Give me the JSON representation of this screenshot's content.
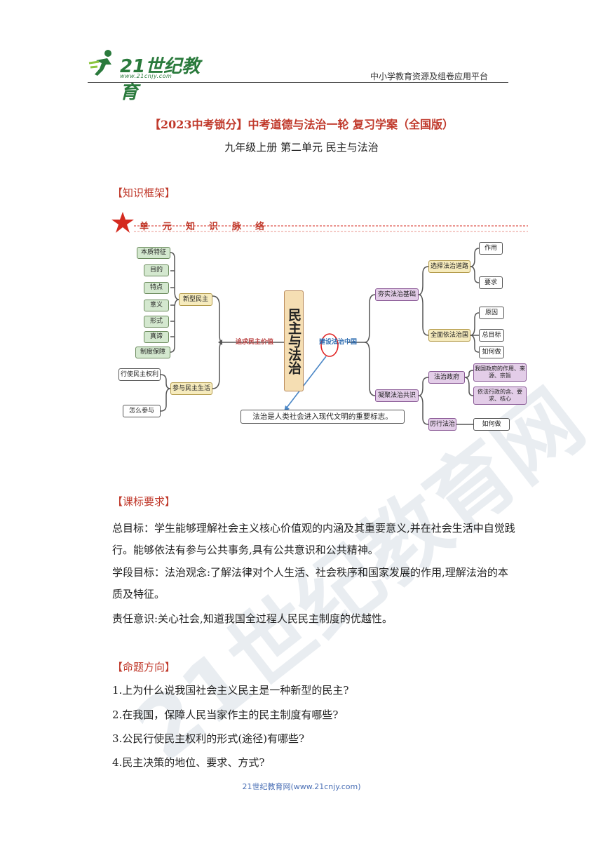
{
  "header": {
    "logo_text": "21世纪教育",
    "logo_url": "www.21cnjy.com",
    "tagline": "中小学教育资源及组卷应用平台"
  },
  "title": "【2023中考锁分】中考道德与法治一轮 复习学案（全国版）",
  "subtitle": "九年级上册 第二单元 民主与法治",
  "sections": {
    "framework": "【知识框架】",
    "curriculum": "【课标要求】",
    "direction": "【命题方向】"
  },
  "mindmap": {
    "banner": "单元知识脉络",
    "center": "民主与法治",
    "left_branch": "追求民主价值",
    "right_branch": "建设法治中国",
    "left_groups": [
      {
        "label": "新型民主",
        "items": [
          "本质特征",
          "目的",
          "特点",
          "意义",
          "形式",
          "真谛",
          "制度保障"
        ]
      },
      {
        "label": "参与民主生活",
        "items": [
          "行使民主权利",
          "怎么参与"
        ]
      }
    ],
    "right_groups": [
      {
        "label": "夯实法治基础",
        "children": [
          {
            "label": "选择法治道路",
            "items": [
              "作用",
              "要求"
            ]
          },
          {
            "label": "全面依法治国",
            "items": [
              "原因",
              "总目标",
              "如何做"
            ]
          }
        ]
      },
      {
        "label": "凝聚法治共识",
        "children": [
          {
            "label": "法治政府",
            "items": [
              "我国政府的作用、来源、宗旨",
              "依法行政的含、要求、核心"
            ]
          },
          {
            "label": "厉行法治",
            "items": [
              "如何做"
            ]
          }
        ]
      }
    ],
    "note": "法治是人类社会进入现代文明的重要标志。"
  },
  "curriculum": {
    "p1": "总目标：学生能够理解社会主义核心价值观的内涵及其重要意义,并在社会生活中自觉践行。能够依法有参与公共事务,具有公共意识和公共精神。",
    "p2": "学段目标：法治观念:了解法律对个人生活、社会秩序和国家发展的作用,理解法治的本质及特征。",
    "p3": "责任意识:关心社会,知道我国全过程人民民主制度的优越性。"
  },
  "questions": [
    "1.上为什么说我国社会主义民主是一种新型的民主?",
    "2.在我国，保障人民当家作主的民主制度有哪些?",
    "3.公民行使民主权利的形式(途径)有哪些?",
    "4.民主决策的地位、要求、方式?"
  ],
  "footer": "21世纪教育网(www.21cnjy.com)",
  "watermark": "21世纪教育网",
  "colors": {
    "accent_red": "#c0392b",
    "brand_green": "#2a7a3c",
    "footer_blue": "#4a6fb5"
  }
}
